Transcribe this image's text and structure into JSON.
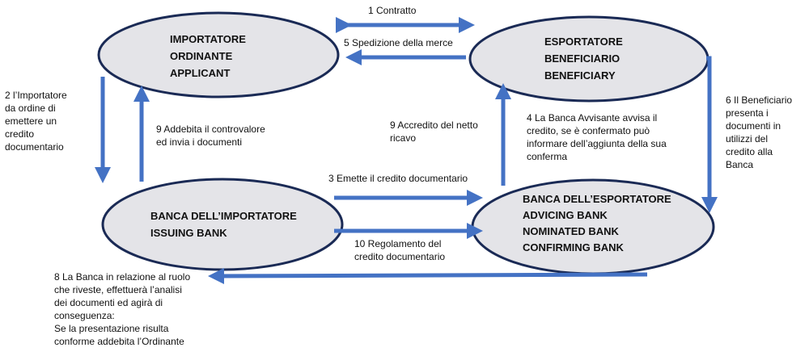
{
  "colors": {
    "arrow": "#4472c4",
    "ellipse_fill": "#e4e4e8",
    "ellipse_stroke": "#1a2a55"
  },
  "nodes": {
    "importer": [
      "IMPORTATORE",
      "ORDINANTE",
      "APPLICANT"
    ],
    "exporter": [
      "ESPORTATORE",
      "BENEFICIARIO",
      "BENEFICIARY"
    ],
    "issuing_bank": [
      "BANCA DELL’IMPORTATORE",
      "ISSUING BANK"
    ],
    "advising_bank": [
      "BANCA DELL’ESPORTATORE",
      "ADVICING BANK",
      "NOMINATED BANK",
      "CONFIRMING BANK"
    ]
  },
  "steps": {
    "s1": [
      "1 Contratto"
    ],
    "s5": [
      "5  Spedizione della merce"
    ],
    "s2": [
      "2 l’Importatore",
      "da ordine di",
      "emettere un",
      "credito",
      "documentario"
    ],
    "s9a": [
      "9 Addebita il controvalore",
      "ed invia i documenti"
    ],
    "s9b": [
      " 9 Accredito del netto",
      "ricavo"
    ],
    "s4": [
      "4 La Banca Avvisante avvisa il",
      "credito, se è confermato può",
      "informare dell’aggiunta della sua",
      "conferma"
    ],
    "s6": [
      "6 Il Beneficiario",
      "presenta i",
      "documenti in",
      "utilizzi del",
      "credito alla",
      "Banca"
    ],
    "s3": [
      "3 Emette il credito documentario"
    ],
    "s10": [
      "10 Regolamento del",
      "credito documentario"
    ],
    "s8": [
      "8 La Banca in relazione al ruolo",
      "che riveste, effettuerà l’analisi",
      "dei documenti ed agirà di",
      "conseguenza:",
      "Se la presentazione risulta",
      "conforme addebita l’Ordinante"
    ]
  }
}
